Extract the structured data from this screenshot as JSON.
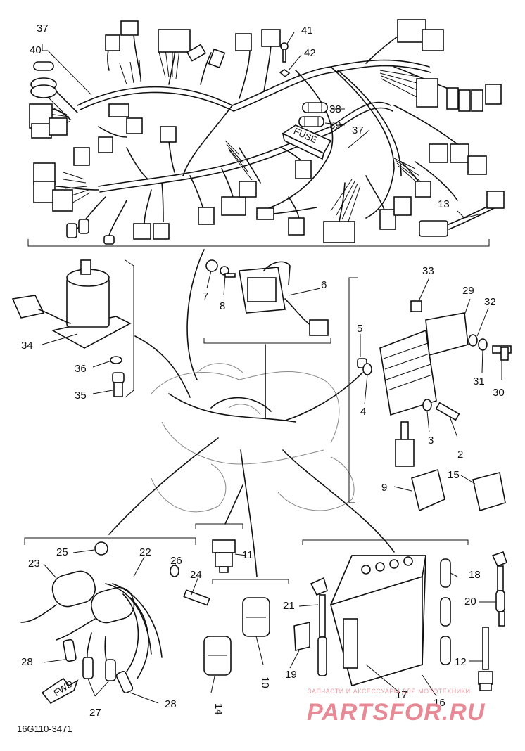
{
  "diagram": {
    "code": "16G110-3471",
    "fwd_label": "FWD",
    "fuse_label": "FUSE",
    "watermark_small": "ЗАПЧАСТИ И АКСЕССУАРЫ ДЛЯ МОТОТЕХНИКИ",
    "watermark_big": "PARTSFOR.RU"
  },
  "callouts": [
    {
      "id": "c37a",
      "text": "37"
    },
    {
      "id": "c40",
      "text": "40"
    },
    {
      "id": "c41",
      "text": "41"
    },
    {
      "id": "c42",
      "text": "42"
    },
    {
      "id": "c38",
      "text": "38"
    },
    {
      "id": "c39",
      "text": "39"
    },
    {
      "id": "c37b",
      "text": "37"
    },
    {
      "id": "c13",
      "text": "13"
    },
    {
      "id": "c7",
      "text": "7"
    },
    {
      "id": "c8",
      "text": "8"
    },
    {
      "id": "c6",
      "text": "6"
    },
    {
      "id": "c33",
      "text": "33"
    },
    {
      "id": "c29",
      "text": "29"
    },
    {
      "id": "c32",
      "text": "32"
    },
    {
      "id": "c5",
      "text": "5"
    },
    {
      "id": "c4",
      "text": "4"
    },
    {
      "id": "c31",
      "text": "31"
    },
    {
      "id": "c30",
      "text": "30"
    },
    {
      "id": "c3",
      "text": "3"
    },
    {
      "id": "c2",
      "text": "2"
    },
    {
      "id": "c34",
      "text": "34"
    },
    {
      "id": "c36",
      "text": "36"
    },
    {
      "id": "c35",
      "text": "35"
    },
    {
      "id": "c9",
      "text": "9"
    },
    {
      "id": "c15",
      "text": "15"
    },
    {
      "id": "c25",
      "text": "25"
    },
    {
      "id": "c22",
      "text": "22"
    },
    {
      "id": "c23",
      "text": "23"
    },
    {
      "id": "c26",
      "text": "26"
    },
    {
      "id": "c11",
      "text": "11"
    },
    {
      "id": "c24",
      "text": "24"
    },
    {
      "id": "c18",
      "text": "18"
    },
    {
      "id": "c21",
      "text": "21"
    },
    {
      "id": "c20",
      "text": "20"
    },
    {
      "id": "c28a",
      "text": "28"
    },
    {
      "id": "c10",
      "text": "10"
    },
    {
      "id": "c19",
      "text": "19"
    },
    {
      "id": "c12",
      "text": "12"
    },
    {
      "id": "c17",
      "text": "17"
    },
    {
      "id": "c16",
      "text": "16"
    },
    {
      "id": "c27",
      "text": "27"
    },
    {
      "id": "c28b",
      "text": "28"
    },
    {
      "id": "c14",
      "text": "14"
    }
  ]
}
